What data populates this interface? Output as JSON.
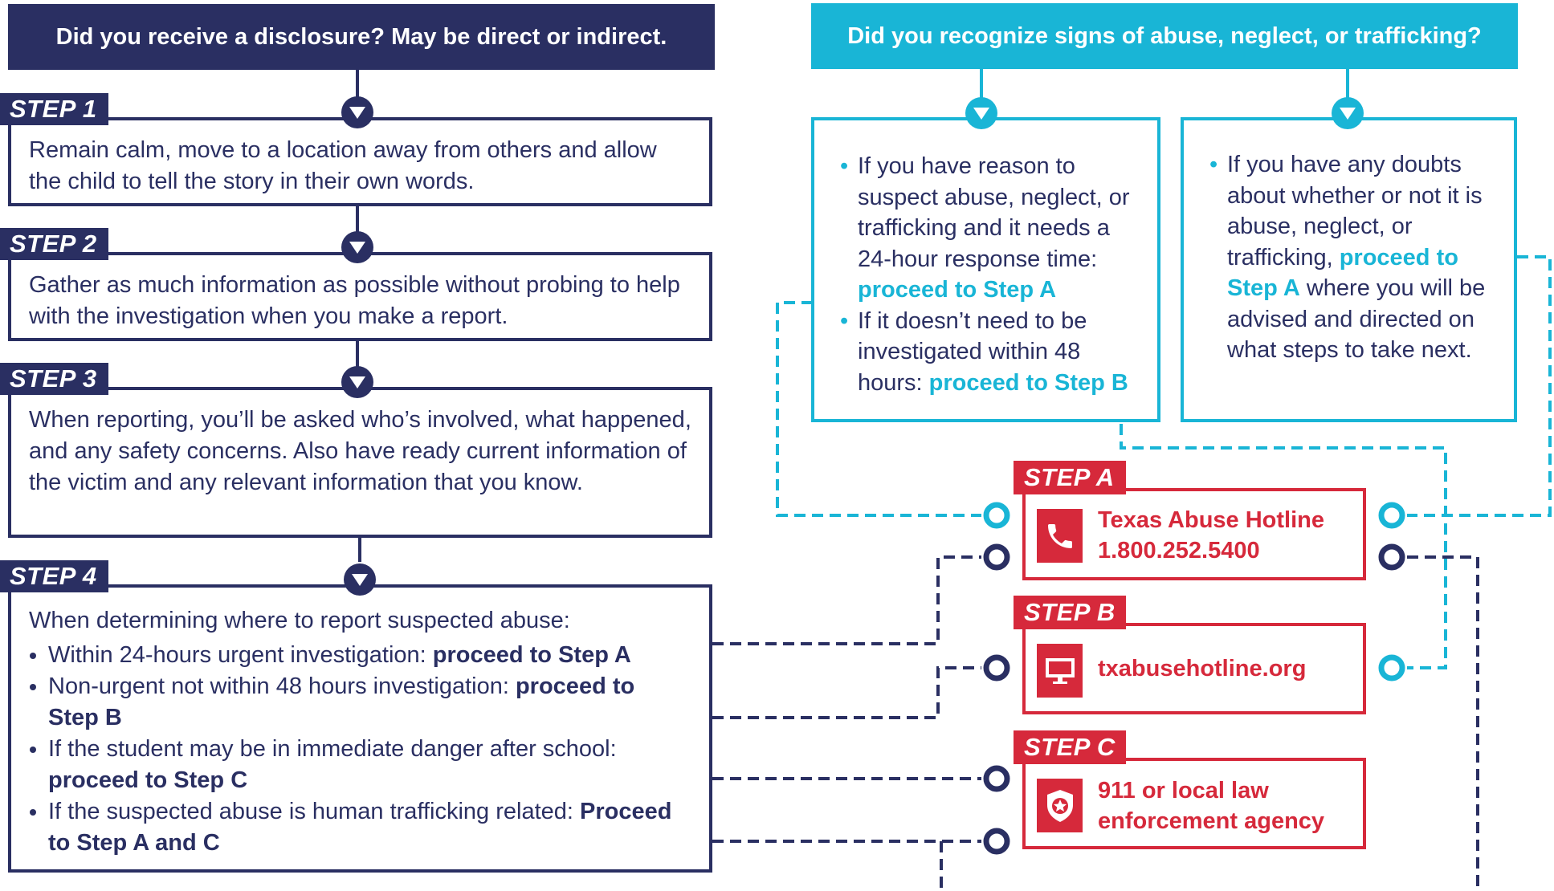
{
  "headers": {
    "left": "Did you receive a disclosure? May be direct or indirect.",
    "right": "Did you recognize signs of abuse, neglect, or trafficking?"
  },
  "steps": [
    {
      "tag": "STEP 1",
      "text": "Remain calm, move to a location away from others and allow the child to tell the story in their own words."
    },
    {
      "tag": "STEP 2",
      "text": "Gather as much information as possible without probing to help with the investigation when you make a report."
    },
    {
      "tag": "STEP 3",
      "text": "When reporting, you’ll be asked who’s involved, what happened, and any safety concerns. Also have ready current information of the victim and any relevant information that you know."
    },
    {
      "tag": "STEP 4",
      "intro": "When determining where to report suspected abuse:",
      "items": [
        {
          "text": "Within 24-hours urgent investigation: ",
          "action": "proceed to Step A"
        },
        {
          "text": "Non-urgent not within 48 hours investigation: ",
          "action": "proceed to Step B"
        },
        {
          "text": "If the student may be in immediate danger after school: ",
          "action": "proceed to Step C"
        },
        {
          "text": "If the suspected abuse is human trafficking related: ",
          "action": "Proceed to Step A and C"
        }
      ]
    }
  ],
  "signs_left": {
    "items": [
      {
        "text": "If you have reason to suspect abuse, neglect, or trafficking and it needs a 24-hour response time: ",
        "action": "proceed to Step A"
      },
      {
        "text": "If it doesn’t need to be investigated within 48 hours: ",
        "action": "proceed to Step B"
      }
    ]
  },
  "signs_right": {
    "items": [
      {
        "text_before": "If you have any doubts about whether or not it is abuse, neglect, or trafficking, ",
        "action": "proceed to Step A",
        "text_after": " where you will be advised and directed on what steps to take next."
      }
    ]
  },
  "outcomes": [
    {
      "tag": "STEP A",
      "icon": "phone-icon",
      "line1": "Texas Abuse Hotline",
      "line2": "1.800.252.5400"
    },
    {
      "tag": "STEP B",
      "icon": "monitor-icon",
      "line1": "txabusehotline.org",
      "line2": ""
    },
    {
      "tag": "STEP C",
      "icon": "police-badge-icon",
      "line1": "911 or local law",
      "line2": "enforcement agency"
    }
  ],
  "colors": {
    "navy": "#2a2f62",
    "cyan": "#19b5d6",
    "red": "#d6293b"
  }
}
